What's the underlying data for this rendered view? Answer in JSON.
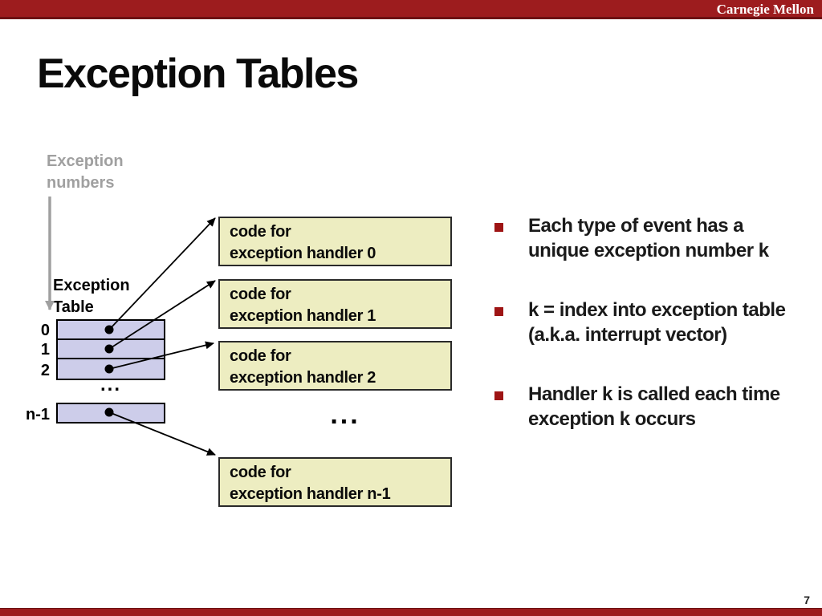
{
  "banner": {
    "brand": "Carnegie Mellon"
  },
  "title": "Exception Tables",
  "page_number": "7",
  "diagram": {
    "exception_numbers_label": "Exception\nnumbers",
    "exception_table_label": "Exception\nTable",
    "row_labels": [
      "0",
      "1",
      "2",
      "n-1"
    ],
    "table_ellipsis": "...",
    "handlers_ellipsis": "...",
    "handler_boxes": [
      {
        "line1": "code for",
        "line2": "exception handler 0"
      },
      {
        "line1": "code for",
        "line2": "exception handler 1"
      },
      {
        "line1": "code for",
        "line2": "exception handler 2"
      },
      {
        "line1": "code for",
        "line2": "exception handler n-1"
      }
    ]
  },
  "bullets": [
    {
      "text": "Each type of event has a\nunique exception number k"
    },
    {
      "text": "k = index into exception table\n(a.k.a. interrupt vector)"
    },
    {
      "text": "Handler k is called each time\nexception k occurs"
    }
  ],
  "colors": {
    "banner_red": "#9d1c1e",
    "banner_red_dark": "#6d1113",
    "bullet_red": "#9e1414",
    "table_fill": "#cdcdea",
    "handler_fill": "#ededc1",
    "gray_label": "#a0a0a0"
  }
}
